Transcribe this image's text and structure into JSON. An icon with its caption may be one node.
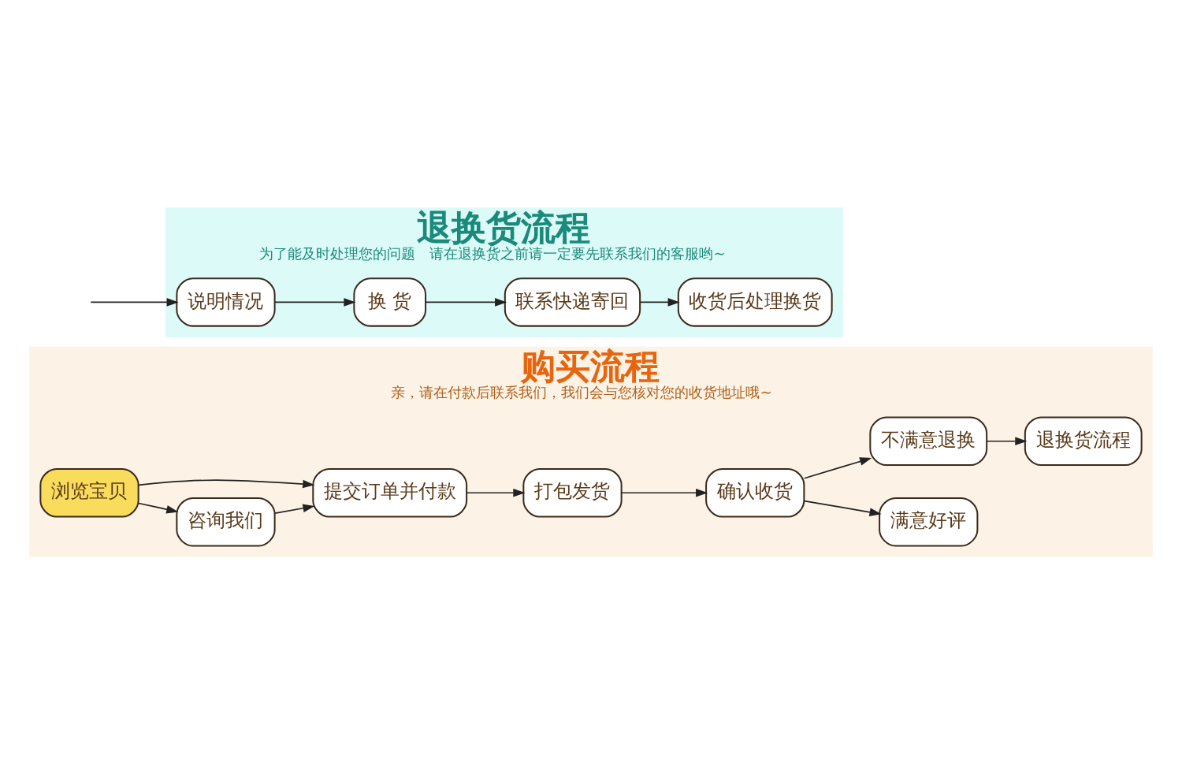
{
  "diagram": {
    "nodes": [
      {
        "text": [
          "购买流程",
          "亲，请在付款后联系我们，我们会与您核对您的收货地址哦~"
        ]
      },
      {
        "text": [
          "浏览宝贝"
        ],
        "in": 0
      },
      {
        "text": [
          "咨询我们"
        ],
        "in": 0
      },
      {
        "text": [
          "提交订单并付款"
        ],
        "in": 0
      },
      {
        "text": [
          "打包发货"
        ],
        "in": 0
      },
      {
        "text": [
          "确认收货"
        ],
        "in": 0
      },
      {
        "text": [
          "满意好评"
        ],
        "in": 0
      },
      {
        "text": [
          "不满意退换"
        ],
        "in": 0
      },
      {
        "text": [
          "退换货流程"
        ],
        "in": 0
      },
      {
        "text": [
          "退换货流程",
          "为了能及时处理您的问题　请在退换货之前请一定要先联系我们的客服哟~"
        ]
      },
      {
        "text": [
          "说明情况"
        ],
        "in": 9
      },
      {
        "text": [
          "换 货"
        ],
        "in": 9
      },
      {
        "text": [
          "联系快递寄回"
        ],
        "in": 9
      },
      {
        "text": [
          "收货后处理换货"
        ],
        "in": 9
      }
    ],
    "edges": [
      {
        "from": 1,
        "to": 3,
        "arrow": "to"
      },
      {
        "from": 1,
        "to": 2,
        "arrow": "to"
      },
      {
        "from": 2,
        "to": 3,
        "arrow": "to"
      },
      {
        "from": 3,
        "to": 4,
        "arrow": "to"
      },
      {
        "from": 4,
        "to": 5,
        "arrow": "to"
      },
      {
        "from": 5,
        "to": 6,
        "arrow": "to"
      },
      {
        "from": 5,
        "to": 7,
        "arrow": "to"
      },
      {
        "from": 7,
        "to": 8,
        "arrow": "to"
      },
      {
        "from": null,
        "to": 10,
        "arrow": "to"
      },
      {
        "from": 10,
        "to": 11,
        "arrow": "to"
      },
      {
        "from": 11,
        "to": 12,
        "arrow": "to"
      },
      {
        "from": 12,
        "to": 13,
        "arrow": "to"
      }
    ]
  }
}
